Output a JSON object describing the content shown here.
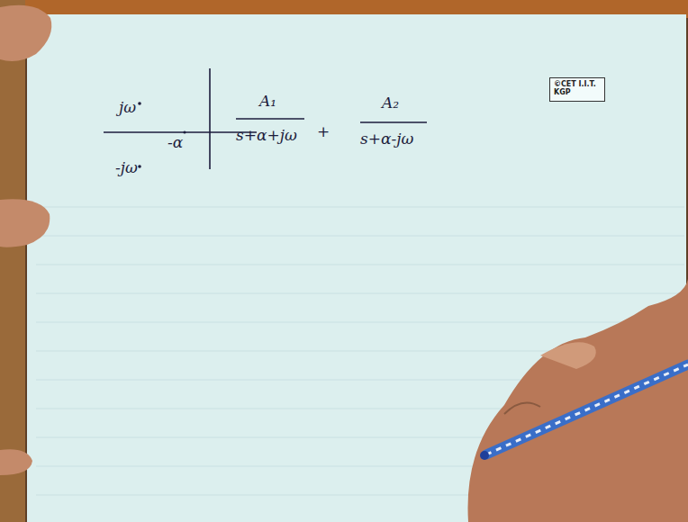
{
  "diagram": {
    "nodes": [
      {
        "text": [
          "©CET I.I.T. KGP"
        ]
      }
    ],
    "labels": [
      "jω",
      "-α",
      "-jω",
      "A₁",
      "s+α+jω",
      "+",
      "A₂",
      "s+α-jω"
    ]
  }
}
